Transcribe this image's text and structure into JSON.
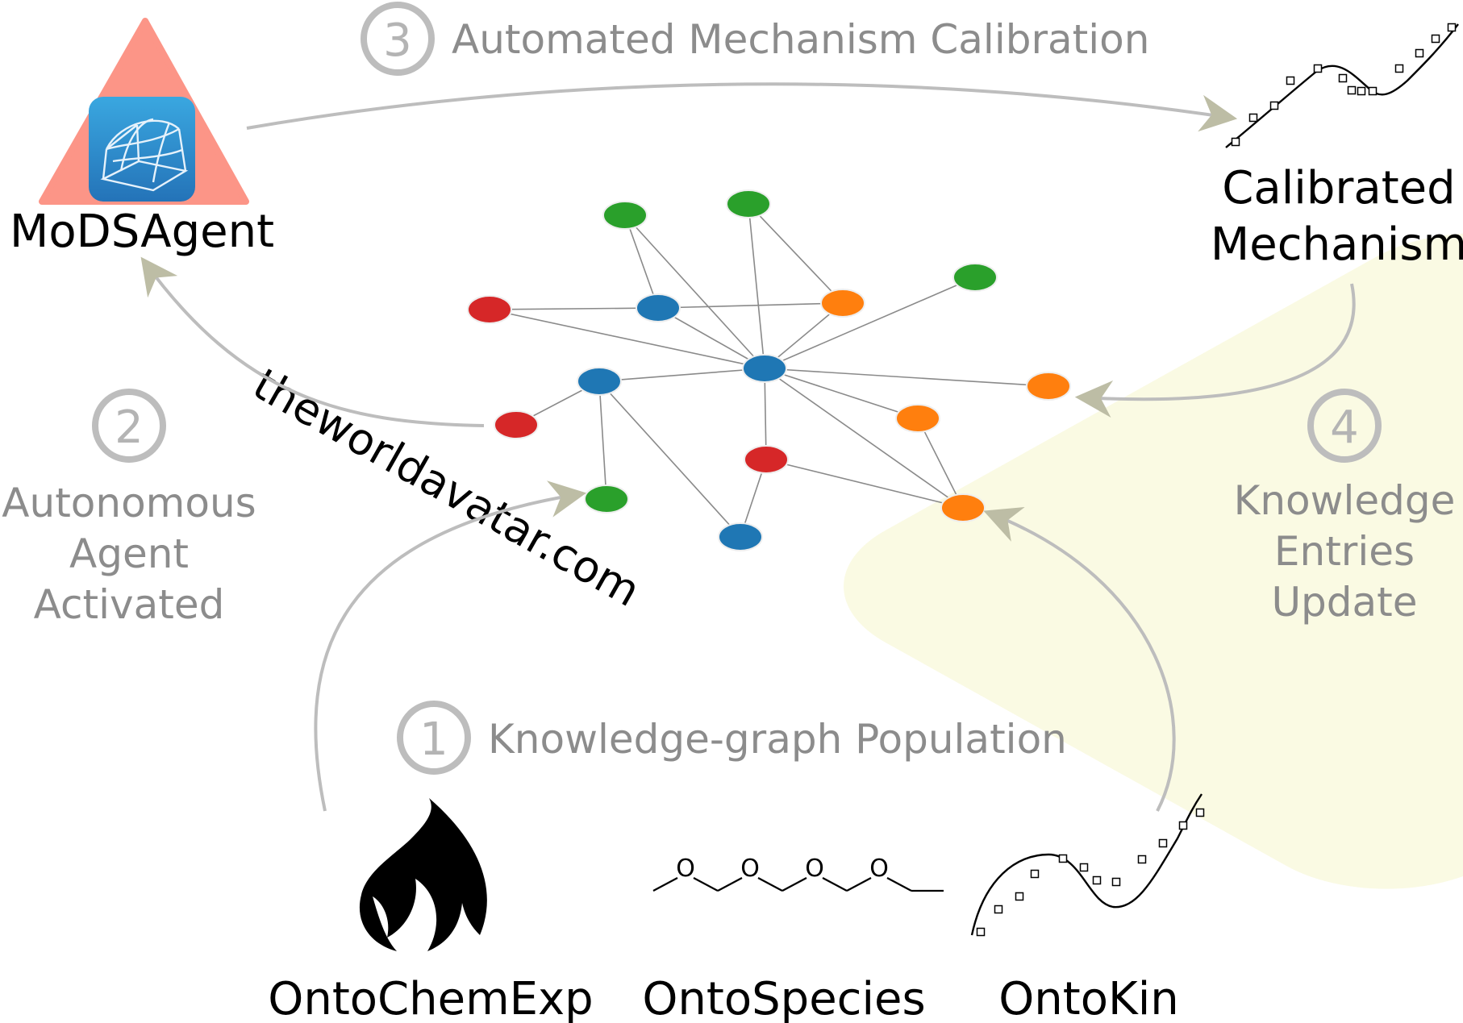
{
  "colors": {
    "plane": "#fafae3",
    "triangle": "#fc9587",
    "app_icon": "#2e8fd1",
    "connector": "#bdbdbd",
    "arrowhead": "#bdbda5",
    "node_green": "#2aa02b",
    "node_blue": "#1f77b4",
    "node_orange": "#ff7f0e",
    "node_red": "#d62728"
  },
  "agent": {
    "name": "MoDSAgent",
    "icon": "mods-surface-plot-icon"
  },
  "output": {
    "line1": "Calibrated",
    "line2": "Mechanism",
    "icon": "calibrated-fit-plot-icon"
  },
  "website": "theworldavatar.com",
  "steps": [
    {
      "number": "1",
      "lines": [
        "Knowledge-graph Population"
      ]
    },
    {
      "number": "2",
      "lines": [
        "Autonomous",
        "Agent",
        "Activated"
      ]
    },
    {
      "number": "3",
      "lines": [
        "Automated Mechanism Calibration"
      ]
    },
    {
      "number": "4",
      "lines": [
        "Knowledge",
        "Entries",
        "Update"
      ]
    }
  ],
  "ontologies": [
    {
      "name": "OntoChemExp",
      "icon": "flame-icon"
    },
    {
      "name": "OntoSpecies",
      "icon": "molecule-chain-icon"
    },
    {
      "name": "OntoKin",
      "icon": "kinetics-fit-plot-icon"
    }
  ],
  "molecule": {
    "atom_label": "O",
    "atom_count": 4
  }
}
